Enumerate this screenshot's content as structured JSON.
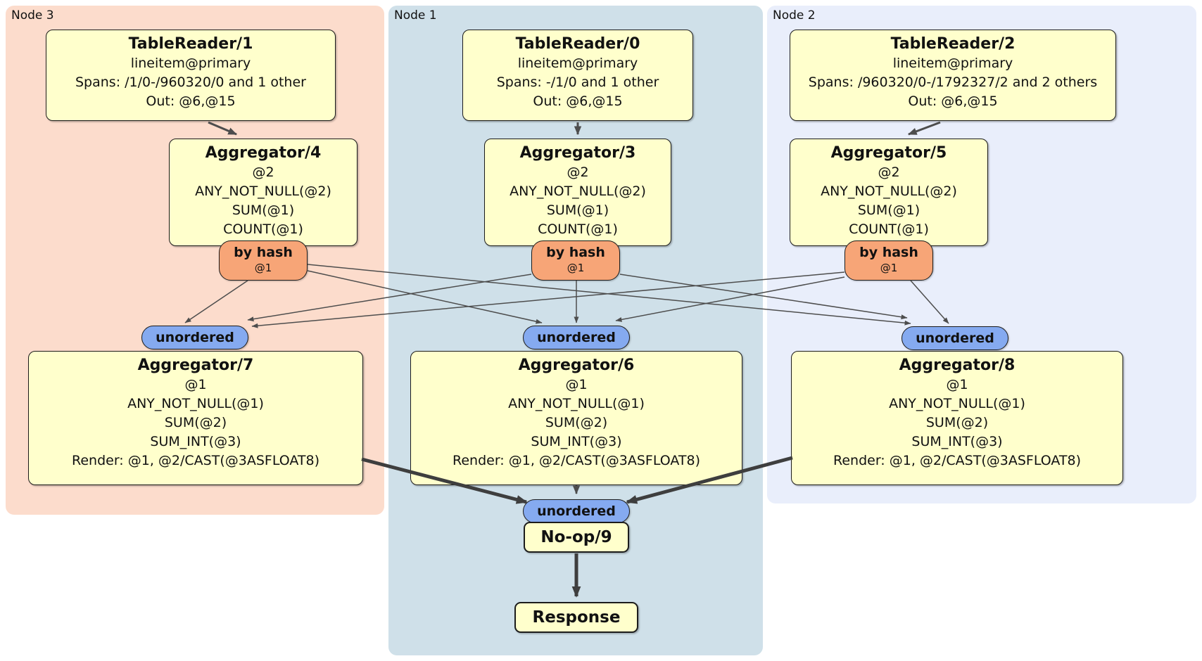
{
  "diagram": {
    "regions": [
      {
        "label": "Node 3"
      },
      {
        "label": "Node 1"
      },
      {
        "label": "Node 2"
      }
    ],
    "operators": {
      "tr1": {
        "title": "TableReader/1",
        "lines": [
          "lineitem@primary",
          "Spans: /1/0-/960320/0 and 1 other",
          "Out: @6,@15"
        ]
      },
      "tr0": {
        "title": "TableReader/0",
        "lines": [
          "lineitem@primary",
          "Spans: -/1/0 and 1 other",
          "Out: @6,@15"
        ]
      },
      "tr2": {
        "title": "TableReader/2",
        "lines": [
          "lineitem@primary",
          "Spans: /960320/0-/1792327/2 and 2 others",
          "Out: @6,@15"
        ]
      },
      "agg4": {
        "title": "Aggregator/4",
        "lines": [
          "@2",
          "ANY_NOT_NULL(@2)",
          "SUM(@1)",
          "COUNT(@1)"
        ]
      },
      "agg3": {
        "title": "Aggregator/3",
        "lines": [
          "@2",
          "ANY_NOT_NULL(@2)",
          "SUM(@1)",
          "COUNT(@1)"
        ]
      },
      "agg5": {
        "title": "Aggregator/5",
        "lines": [
          "@2",
          "ANY_NOT_NULL(@2)",
          "SUM(@1)",
          "COUNT(@1)"
        ]
      },
      "agg7": {
        "title": "Aggregator/7",
        "lines": [
          "@1",
          "ANY_NOT_NULL(@1)",
          "SUM(@2)",
          "SUM_INT(@3)",
          "Render: @1, @2/CAST(@3ASFLOAT8)"
        ]
      },
      "agg6": {
        "title": "Aggregator/6",
        "lines": [
          "@1",
          "ANY_NOT_NULL(@1)",
          "SUM(@2)",
          "SUM_INT(@3)",
          "Render: @1, @2/CAST(@3ASFLOAT8)"
        ]
      },
      "agg8": {
        "title": "Aggregator/8",
        "lines": [
          "@1",
          "ANY_NOT_NULL(@1)",
          "SUM(@2)",
          "SUM_INT(@3)",
          "Render: @1, @2/CAST(@3ASFLOAT8)"
        ]
      },
      "noop": {
        "title": "No-op/9"
      },
      "response": {
        "title": "Response"
      }
    },
    "router": {
      "label": "by hash",
      "detail": "@1"
    },
    "sync": {
      "label": "unordered"
    },
    "colors": {
      "node3_bg": "#fcdccc",
      "node1_bg": "#cfe0e9",
      "node2_bg": "#e9eefb",
      "box_bg": "#ffffcc",
      "router_bg": "#f7a577",
      "sync_bg": "#85aaf0",
      "edge_thin": "#4d4d4d",
      "edge_thick": "#3e3e3e"
    }
  }
}
